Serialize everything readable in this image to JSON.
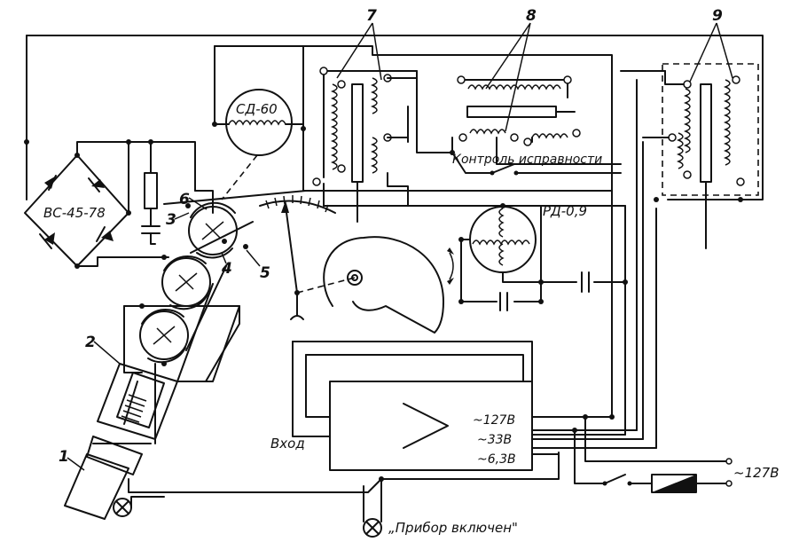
{
  "labels": {
    "rectifier": "ВС-45-78",
    "motor_sd": "СД-60",
    "motor_rd": "РД-0,9",
    "control_check": "Контроль исправности",
    "input": "Вход",
    "v127": "~127В",
    "v33": "~33В",
    "v63": "~6,3В",
    "mains": "~127В",
    "indicator": "„Прибор включен\""
  },
  "callouts": [
    "1",
    "2",
    "3",
    "4",
    "5",
    "6",
    "7",
    "8",
    "9"
  ],
  "icons": [
    "diode-icon",
    "resistor-icon",
    "capacitor-icon",
    "transformer-icon",
    "amplifier-icon",
    "lamp-icon",
    "switch-icon",
    "fuse-icon",
    "motor-icon",
    "selsyn-icon",
    "cam-icon",
    "pointer-icon"
  ]
}
